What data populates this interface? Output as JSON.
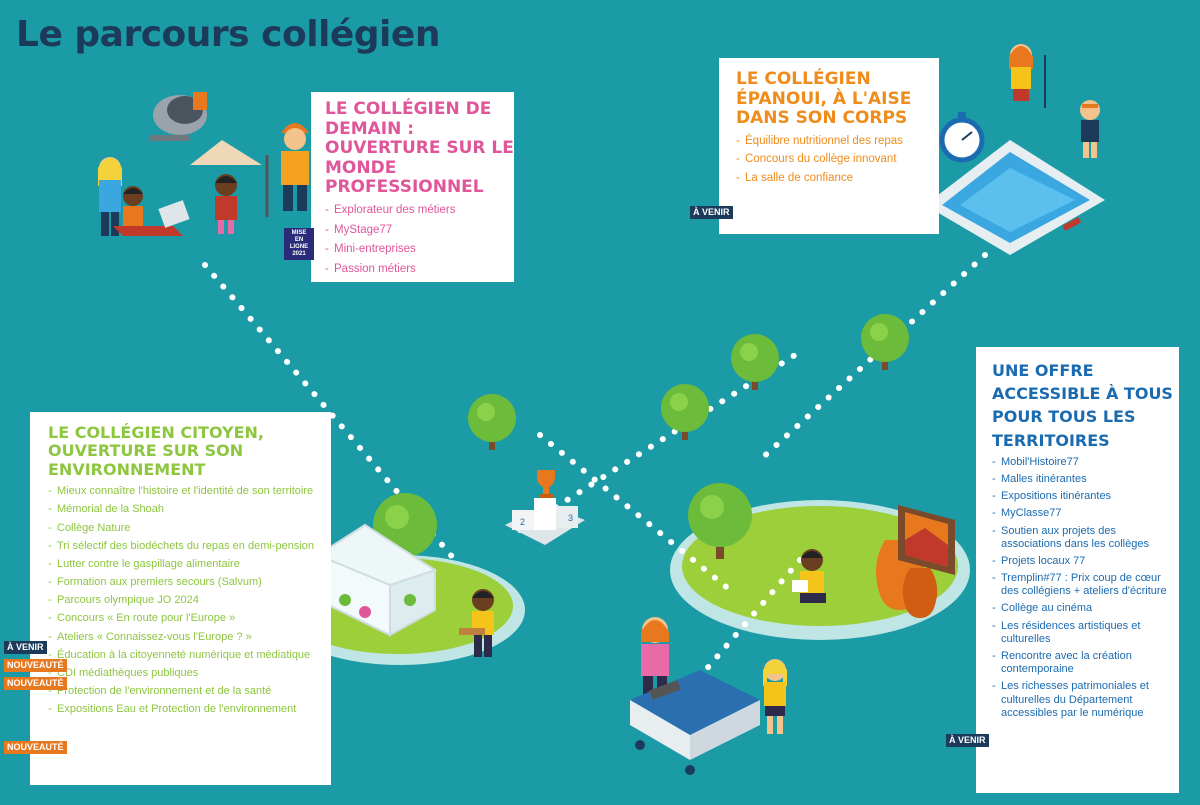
{
  "title": "Le parcours collégien",
  "demain": {
    "heading": "LE COLLÉGIEN DE DEMAIN : OUVERTURE SUR LE MONDE PROFESSIONNEL",
    "items": [
      "Explorateur des métiers",
      "MyStage77",
      "Mini-entreprises",
      "Passion métiers"
    ],
    "badge": "MISE EN LIGNE 2021"
  },
  "epanoui": {
    "heading": "LE COLLÉGIEN ÉPANOUI, À L'AISE DANS SON CORPS",
    "items": [
      "Équilibre nutritionnel des repas",
      "Concours du collège innovant",
      "La salle de confiance"
    ],
    "badge": "À VENIR"
  },
  "citoyen": {
    "heading": "LE COLLÉGIEN CITOYEN, OUVERTURE SUR SON ENVIRONNEMENT",
    "items": [
      "Mieux connaître l'histoire et l'identité de son territoire",
      "Mémorial de la Shoah",
      "Collège Nature",
      "Tri sélectif des biodéchets du repas en demi-pension",
      "Lutter contre le gaspillage alimentaire",
      "Formation aux premiers secours (Salvum)",
      "Parcours olympique JO 2024",
      "Concours « En route pour l'Europe »",
      "Ateliers « Connaissez-vous l'Europe ? »",
      "Éducation à la citoyenneté numérique et médiatique",
      "CDI médiathèques publiques",
      "Protection de l'environnement et de la santé",
      "Expositions Eau et Protection de l'environnement"
    ],
    "badge_venir": "À VENIR",
    "badge_nouveaute": "NOUVEAUTÉ"
  },
  "offre": {
    "heading": "UNE OFFRE ACCESSIBLE À TOUS POUR TOUS LES TERRITOIRES",
    "items": [
      "Mobil'Histoire77",
      "Malles itinérantes",
      "Expositions itinérantes",
      "MyClasse77",
      "Soutien aux projets des associations dans les collèges",
      "Projets locaux 77",
      "Tremplin#77 : Prix coup de cœur des collégiens + ateliers d'écriture",
      "Collège au cinéma",
      "Les résidences artistiques et culturelles",
      "Rencontre avec la création contemporaine",
      "Les richesses patrimoniales et culturelles du Département accessibles par le numérique"
    ],
    "badge": "À VENIR"
  },
  "colors": {
    "background": "#1a9ba6",
    "title": "#1c3b5a",
    "demain": "#e0569a",
    "epanoui": "#ef8c1b",
    "citoyen": "#8dc63f",
    "offre": "#1b6bb0",
    "grass": "#9ccf3a"
  },
  "icons": [
    "tree-icon",
    "podium-icon",
    "trophy-icon",
    "greenhouse-icon",
    "pool-icon",
    "stopwatch-icon",
    "cement-mixer-icon",
    "painting-icon",
    "vase-icon",
    "library-cart-icon",
    "student-icon"
  ]
}
